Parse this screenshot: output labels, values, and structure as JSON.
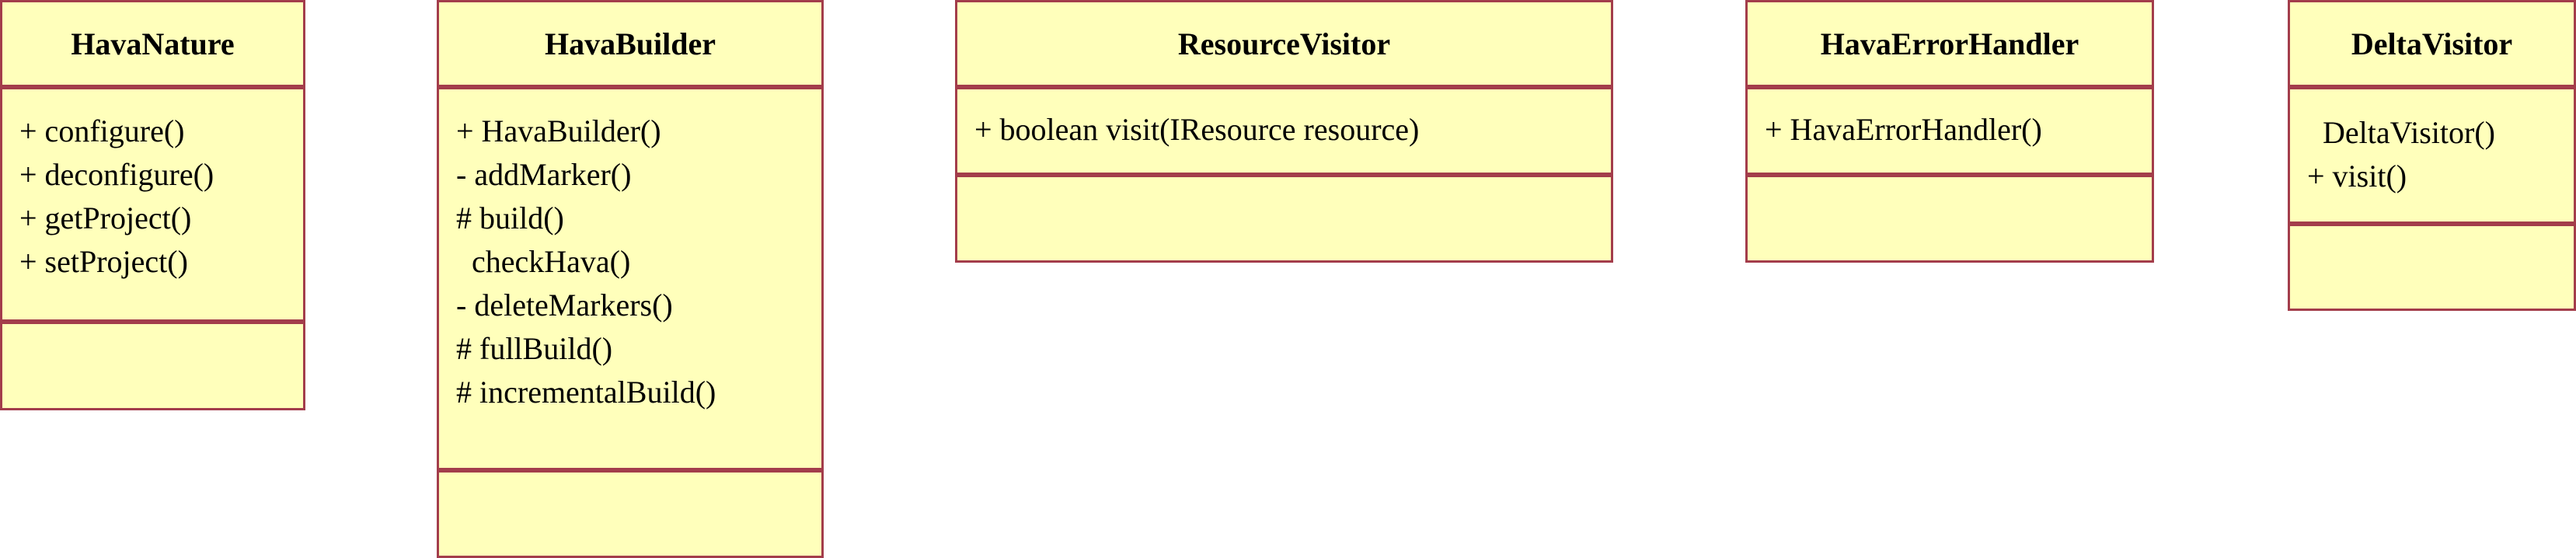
{
  "classes": [
    {
      "name": "HavaNature",
      "operations": [
        "+ configure()",
        "+ deconfigure()",
        "+ getProject()",
        "+ setProject()"
      ]
    },
    {
      "name": "HavaBuilder",
      "operations": [
        "+ HavaBuilder()",
        "- addMarker()",
        "# build()",
        "  checkHava()",
        "- deleteMarkers()",
        "# fullBuild()",
        "# incrementalBuild()"
      ]
    },
    {
      "name": "ResourceVisitor",
      "operations": [
        "+ boolean visit(IResource resource)"
      ]
    },
    {
      "name": "HavaErrorHandler",
      "operations": [
        "+ HavaErrorHandler()"
      ]
    },
    {
      "name": "DeltaVisitor",
      "operations": [
        "  DeltaVisitor()",
        "+ visit()"
      ]
    }
  ],
  "colors": {
    "fill": "#ffffbb",
    "border": "#a33d4b"
  }
}
